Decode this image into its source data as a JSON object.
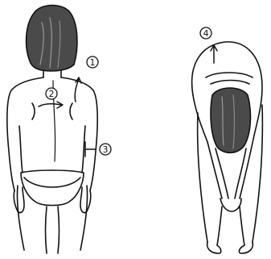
{
  "markers": {
    "m1": "1",
    "m2": "2",
    "m3": "3",
    "m4": "4"
  },
  "colors": {
    "ink": "#111111",
    "hair": "#4a4a4a",
    "background": "#ffffff"
  }
}
